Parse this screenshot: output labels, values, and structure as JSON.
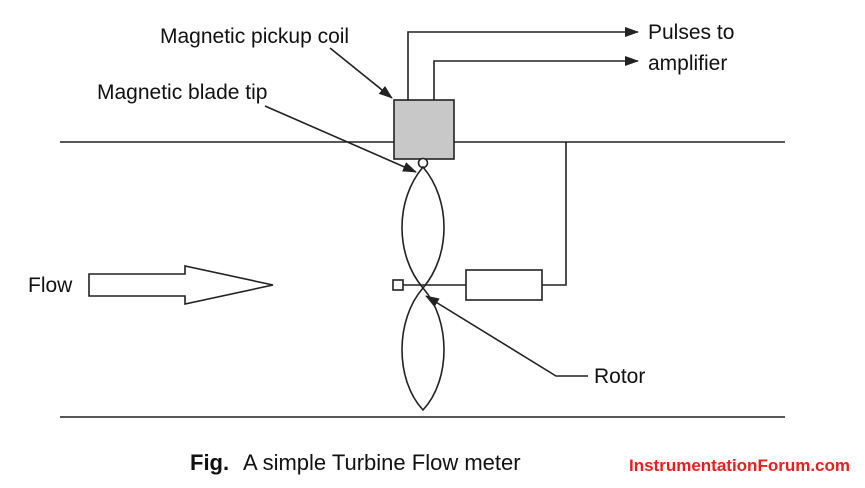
{
  "labels": {
    "pickup_coil": "Magnetic pickup coil",
    "blade_tip": "Magnetic blade tip",
    "pulses_line1": "Pulses to",
    "pulses_line2": "amplifier",
    "flow": "Flow",
    "rotor": "Rotor"
  },
  "caption": {
    "prefix": "Fig.",
    "text": "A simple Turbine Flow meter"
  },
  "watermark": {
    "text": "InstrumentationForum.com",
    "color": "#e8201c"
  },
  "colors": {
    "coil_fill": "#c8c8c8",
    "line": "#222222"
  }
}
